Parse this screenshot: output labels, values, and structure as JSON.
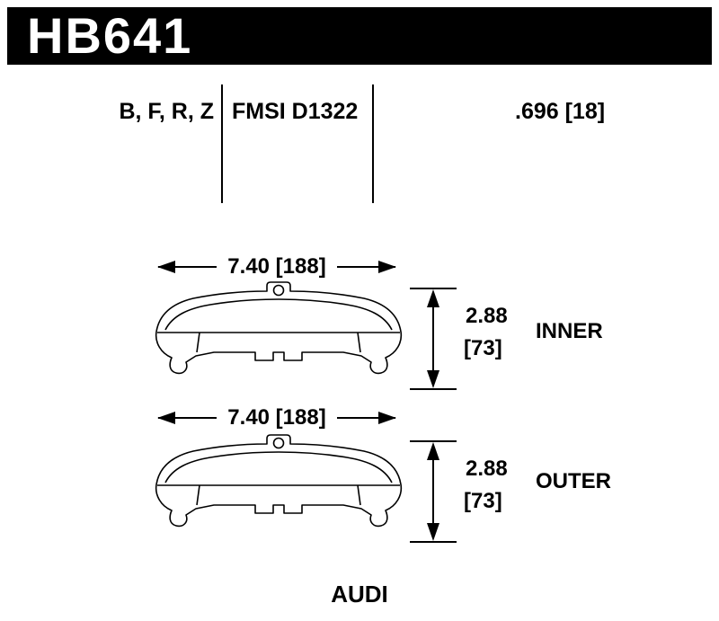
{
  "header": {
    "part_number": "HB641"
  },
  "specs": {
    "compounds": "B, F, R, Z",
    "fmsi": "FMSI D1322",
    "thickness": ".696 [18]"
  },
  "pads": [
    {
      "width": "7.40 [188]",
      "height_in": "2.88",
      "height_mm": "[73]",
      "position": "INNER"
    },
    {
      "width": "7.40 [188]",
      "height_in": "2.88",
      "height_mm": "[73]",
      "position": "OUTER"
    }
  ],
  "footer": {
    "make": "AUDI"
  }
}
